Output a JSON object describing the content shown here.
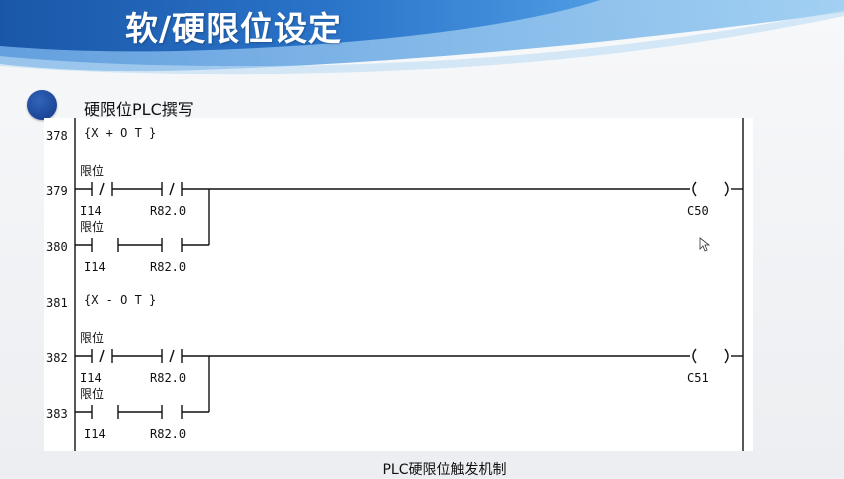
{
  "slide": {
    "title": "软/硬限位设定",
    "subtitle": "硬限位PLC撰写",
    "caption": "PLC硬限位触发机制"
  },
  "colors": {
    "header_blue": "#1f63b4",
    "header_light": "#5aa4e8",
    "bullet_blue": "#1d4597"
  },
  "ladder": {
    "label": "限位",
    "rungs": [
      {
        "comment_line": "378",
        "comment": "{X + O T }",
        "line_a": "379",
        "line_b": "380",
        "contact_1": "I14",
        "contact_2": "R82.0",
        "contact_3": "I14",
        "contact_4": "R82.0",
        "coil": "C50"
      },
      {
        "comment_line": "381",
        "comment": "{X - O T }",
        "line_a": "382",
        "line_b": "383",
        "contact_1": "I14",
        "contact_2": "R82.0",
        "contact_3": "I14",
        "contact_4": "R82.0",
        "coil": "C51"
      }
    ]
  }
}
